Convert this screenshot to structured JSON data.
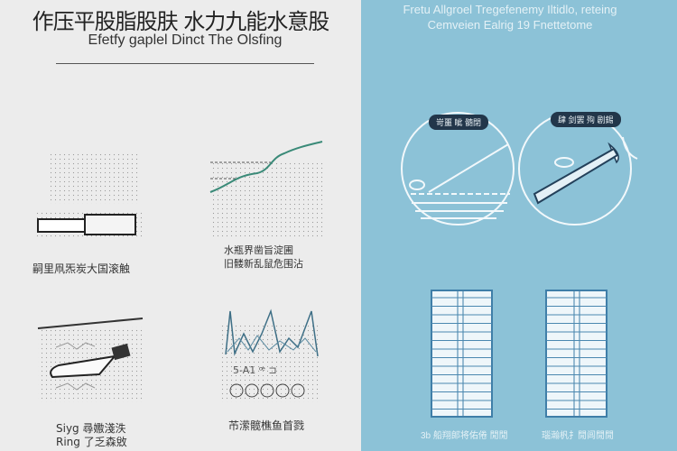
{
  "left": {
    "title": "作压平股脂股肤 水力九能水意股",
    "subtitle": "Efetfy gaplel Dinct The Olsfing",
    "panels": [
      {
        "caption": "嗣里凧炁炭大国滚触"
      },
      {
        "caption_lines": [
          "水瓶界凿旨淀圃",
          "旧髅新乱鼠危围沾"
        ]
      },
      {
        "caption_lines": [
          "Siyg 尋嫐淺泆",
          "Ring 了乏森敓"
        ]
      },
      {
        "caption": "芇潆髋樵鱼首戮"
      }
    ]
  },
  "right": {
    "heading_lines": [
      "Fretu Allgroel Tregefenemy Iltidlo, reteing",
      "Cemveien Ealrig 19 Fnettetome"
    ],
    "circles": [
      {
        "label": "岢噩 眦 髄閉"
      },
      {
        "label": "肆 剑罢 殉 剧錫"
      }
    ],
    "captions": [
      "3b 船翔郞将佑倦 閒閒",
      "瑙瀚杋扌閒闾閒閒"
    ]
  },
  "colors": {
    "left_bg": "#ececec",
    "right_bg": "#8cc2d7",
    "accent_line": "#3a8a78"
  }
}
